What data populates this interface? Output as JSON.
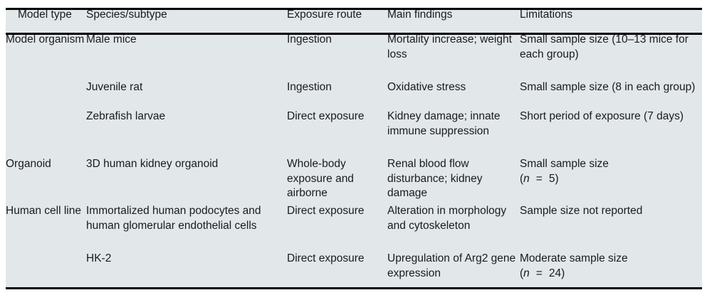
{
  "table": {
    "columns": [
      {
        "key": "model_type",
        "label": "Model type"
      },
      {
        "key": "species",
        "label": "Species/subtype"
      },
      {
        "key": "exposure_route",
        "label": "Exposure route"
      },
      {
        "key": "main_findings",
        "label": "Main findings"
      },
      {
        "key": "limitations",
        "label": "Limitations"
      }
    ],
    "rows": [
      {
        "model_type": "Model organism",
        "species": "Male mice",
        "exposure_route": "Ingestion",
        "main_findings": "Mortality increase; weight loss",
        "limitations": "Small sample size (10–13 mice for each group)"
      },
      {
        "model_type": "",
        "species": "Juvenile rat",
        "exposure_route": "Ingestion",
        "main_findings": "Oxidative stress",
        "limitations": "Small sample size (8 in each group)"
      },
      {
        "model_type": "",
        "species": "Zebrafish larvae",
        "exposure_route": "Direct exposure",
        "main_findings": "Kidney damage; innate immune suppression",
        "limitations": "Short period of exposure (7 days)"
      },
      {
        "model_type": "Organoid",
        "species": "3D human kidney organoid",
        "exposure_route": "Whole-body exposure and airborne",
        "main_findings": "Renal blood flow disturbance; kidney damage",
        "limitations": "Small sample size",
        "limitations_sample": {
          "prefix": "(",
          "variable": "n",
          "operator": "=",
          "value": "5",
          "suffix": ")"
        }
      },
      {
        "model_type": "Human cell line",
        "species": "Immortalized human podocytes and human glomerular endothelial cells",
        "exposure_route": "Direct exposure",
        "main_findings": "Alteration in morphology and cytoskeleton",
        "limitations": "Sample size not reported"
      },
      {
        "model_type": "",
        "species": "HK-2",
        "exposure_route": "Direct exposure",
        "main_findings": "Upregulation of Arg2 gene expression",
        "limitations": "Moderate sample size",
        "limitations_sample": {
          "prefix": "(",
          "variable": "n",
          "operator": "=",
          "value": "24",
          "suffix": ")"
        }
      }
    ]
  },
  "style": {
    "background_color": "#e2e7ea",
    "rule_color": "#000000",
    "text_color": "#1b1b1b",
    "page_color": "#ffffff"
  }
}
